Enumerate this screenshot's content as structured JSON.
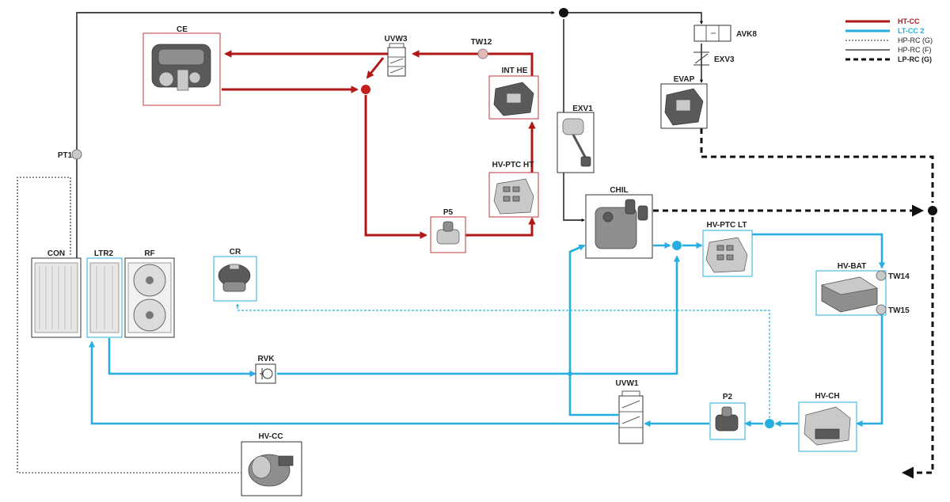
{
  "colors": {
    "ht": "#b01818",
    "lt": "#27aee1",
    "refrigerant": "#111111",
    "sensor": "#c9c9c9"
  },
  "legend": {
    "ht_cc": "HT-CC",
    "lt_cc2": "LT-CC 2",
    "hp_rc_g": "HP-RC (G)",
    "hp_rc_f": "HP-RC (F)",
    "lp_rc_g": "LP-RC (G)"
  },
  "components": {
    "ce": "CE",
    "uvw3": "UVW3",
    "tw12": "TW12",
    "int_he": "INT HE",
    "hv_ptc_ht": "HV-PTC HT",
    "p5": "P5",
    "pt1": "PT1",
    "exv1": "EXV1",
    "avk8": "AVK8",
    "exv3": "EXV3",
    "evap": "EVAP",
    "chil": "CHIL",
    "hv_ptc_lt": "HV-PTC LT",
    "hv_bat": "HV-BAT",
    "tw14": "TW14",
    "tw15": "TW15",
    "con": "CON",
    "ltr2": "LTR2",
    "rf": "RF",
    "cr": "CR",
    "rvk": "RVK",
    "uvw1": "UVW1",
    "p2": "P2",
    "hv_ch": "HV-CH",
    "hv_cc": "HV-CC"
  }
}
